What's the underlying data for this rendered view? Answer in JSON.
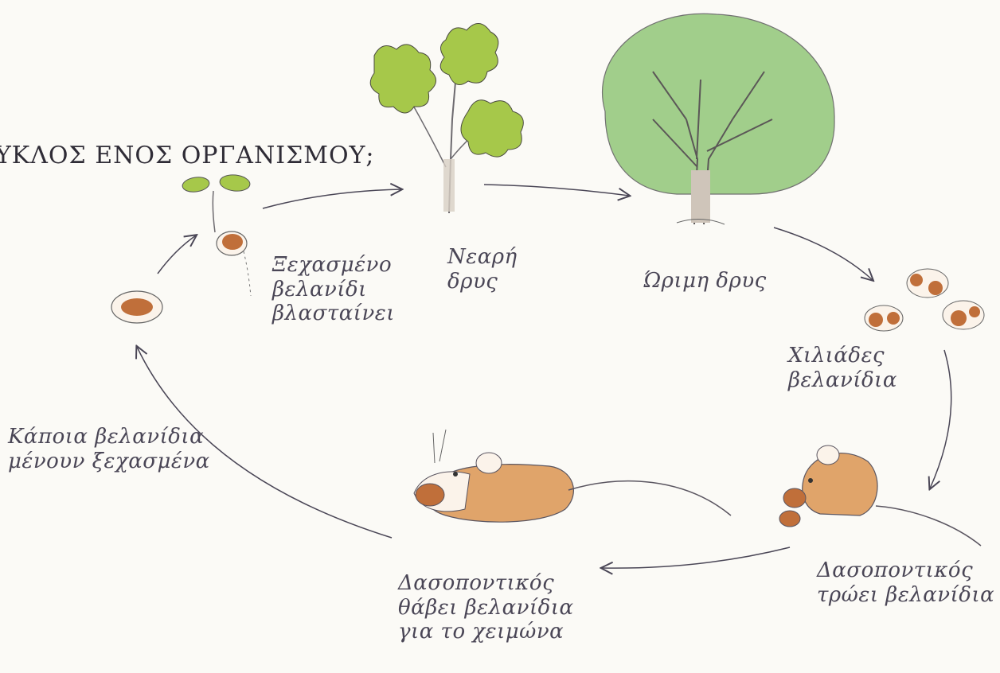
{
  "title": "ΥΚΛΟΣ ΕΝΟΣ ΟΡΓΑΝΙΣΜΟΥ;",
  "stages": {
    "sprouted_acorn": "Ξεχασμένο\nβελανίδι\nβλασταίνει",
    "young_oak": "Νεαρή\nδρυς",
    "mature_oak": "Ώριμη δρυς",
    "thousands_acorns": "Χιλιάδες\nβελανίδια",
    "mouse_eats": "Δασοποντικός\nτρώει βελανίδια",
    "mouse_buries": "Δασοποντικός\nθάβει βελανίδια\nγια το χειμώνα",
    "forgotten_acorns": "Κάποια βελανίδια\nμένουν ξεχασμένα"
  },
  "colors": {
    "leaf": "#a6c84a",
    "leaf_dark": "#8fb33a",
    "canopy": "#9dcc86",
    "acorn": "#c06f3a",
    "mouse": "#e0a46a",
    "pencil": "#4a4656"
  }
}
